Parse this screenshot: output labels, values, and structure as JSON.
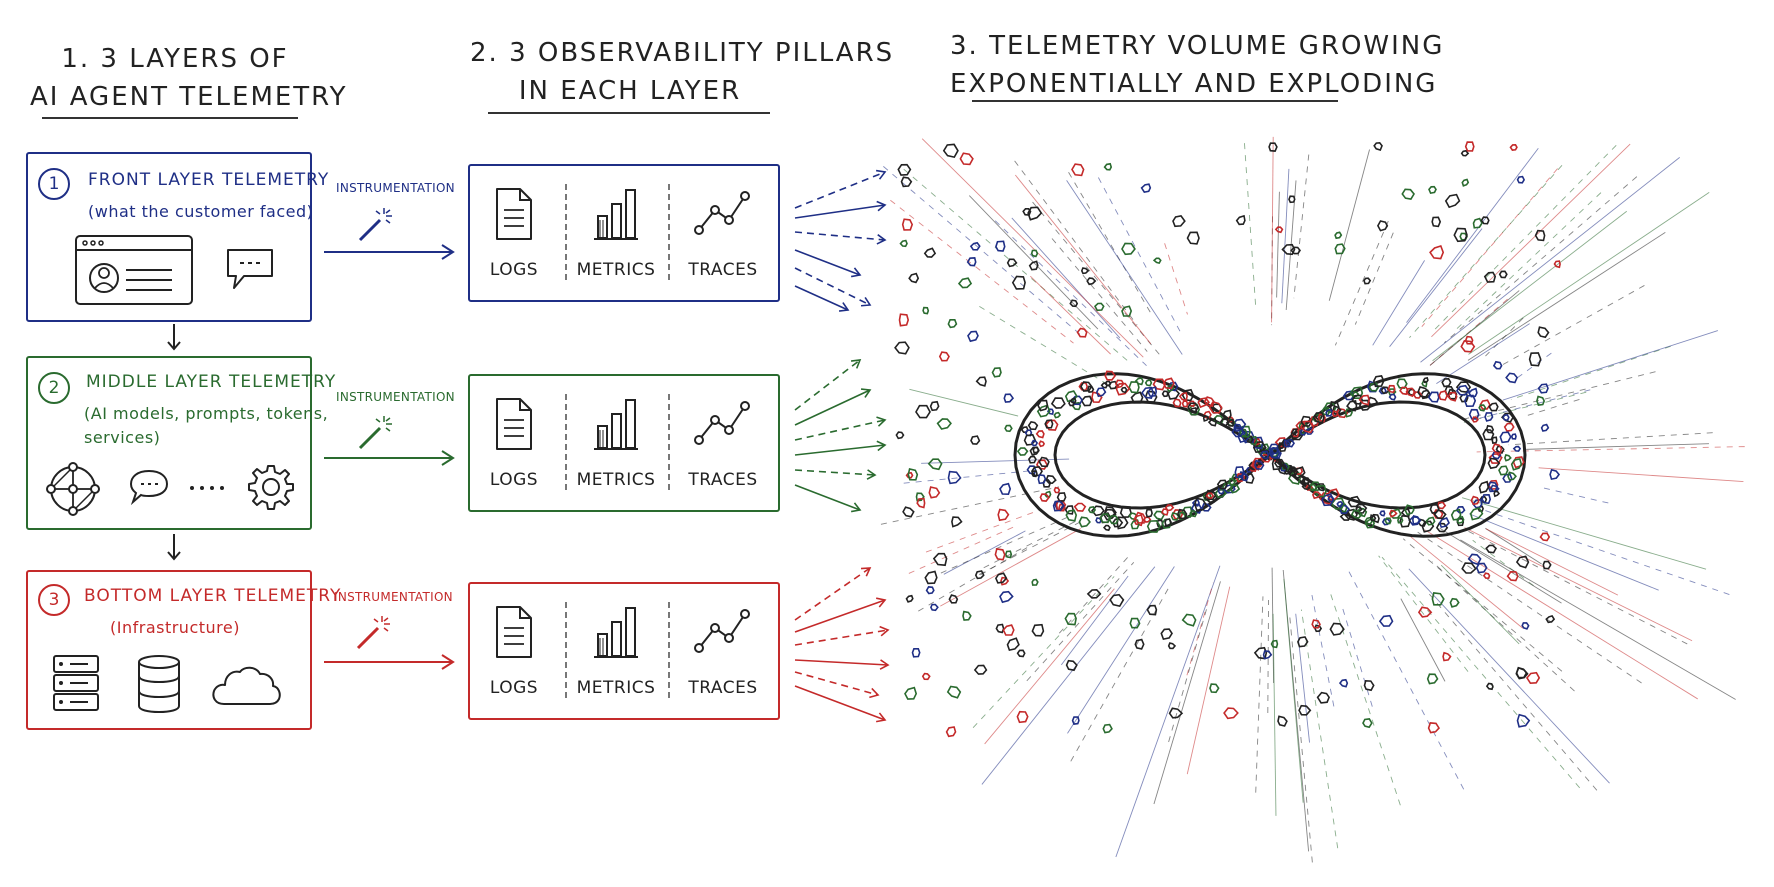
{
  "sections": {
    "layers_title": [
      "1. 3 LAYERS OF",
      "AI AGENT TELEMETRY"
    ],
    "pillars_title": [
      "2. 3 OBSERVABILITY PILLARS",
      "IN EACH LAYER"
    ],
    "volume_title": [
      "3. TELEMETRY VOLUME GROWING",
      "EXPONENTIALLY AND EXPLODING"
    ]
  },
  "colors": {
    "front": "#1f2f86",
    "middle": "#2a6b2f",
    "bottom": "#c42a2a",
    "ink": "#222222"
  },
  "layers": [
    {
      "number": "1",
      "title": "FRONT LAYER TELEMETRY",
      "subtitle": "(what the customer faced)",
      "icons": [
        "browser-profile-icon",
        "chat-bubble-icon"
      ]
    },
    {
      "number": "2",
      "title": "MIDDLE LAYER TELEMETRY",
      "subtitle": "(AI models, prompts, tokens,",
      "subtitle2": "services)",
      "icons": [
        "network-icon",
        "chat-bubble-icon",
        "ellipsis-icon",
        "gear-icon"
      ]
    },
    {
      "number": "3",
      "title": "BOTTOM LAYER TELEMETRY",
      "subtitle": "(Infrastructure)",
      "icons": [
        "server-icon",
        "database-icon",
        "cloud-icon"
      ]
    }
  ],
  "instrumentation_label": "INSTRUMENTATION",
  "pillars": [
    "LOGS",
    "METRICS",
    "TRACES"
  ]
}
